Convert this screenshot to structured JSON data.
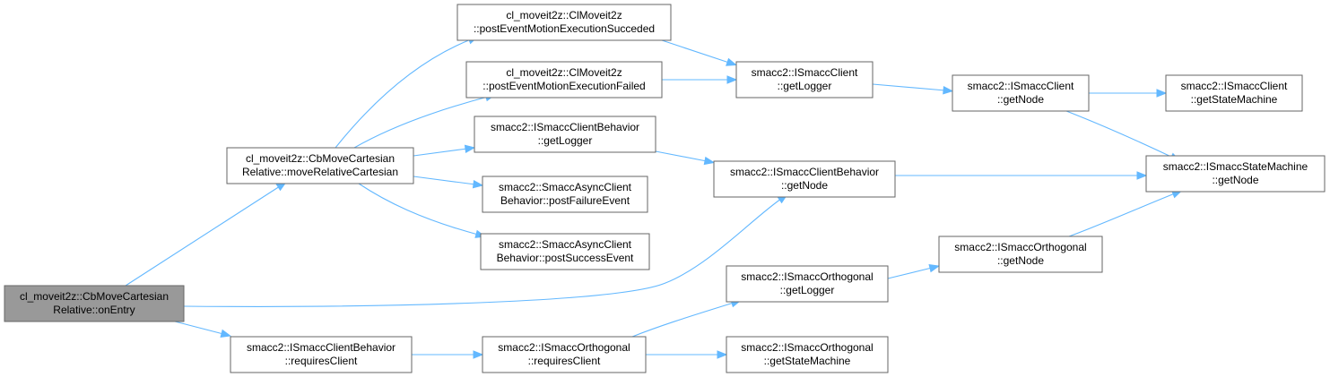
{
  "colors": {
    "edge": "#63b8ff",
    "node_border": "#666666",
    "node_fill": "#ffffff",
    "root_fill": "#999999"
  },
  "nodes": [
    {
      "id": "n_onentry",
      "name": "node-cbmovecartesianrelative-onentry",
      "lines": [
        "cl_moveit2z::CbMoveCartesian",
        "Relative::onEntry"
      ],
      "root": true
    },
    {
      "id": "n_moverel",
      "name": "node-cbmovecartesianrelative-moverelativecartesian",
      "lines": [
        "cl_moveit2z::CbMoveCartesian",
        "Relative::moveRelativeCartesian"
      ]
    },
    {
      "id": "n_succeded",
      "name": "node-clmoveit2z-posteventmotionexecutionsucceded",
      "lines": [
        "cl_moveit2z::ClMoveit2z",
        "::postEventMotionExecutionSucceded"
      ]
    },
    {
      "id": "n_failed",
      "name": "node-clmoveit2z-posteventmotionexecutionfailed",
      "lines": [
        "cl_moveit2z::ClMoveit2z",
        "::postEventMotionExecutionFailed"
      ]
    },
    {
      "id": "n_cb_getlogger",
      "name": "node-ismaccclientbehavior-getlogger",
      "lines": [
        "smacc2::ISmaccClientBehavior",
        "::getLogger"
      ]
    },
    {
      "id": "n_postfailure",
      "name": "node-smaccasyncclientbehavior-postfailureevent",
      "lines": [
        "smacc2::SmaccAsyncClient",
        "Behavior::postFailureEvent"
      ]
    },
    {
      "id": "n_postsuccess",
      "name": "node-smaccasyncclientbehavior-postsuccessevent",
      "lines": [
        "smacc2::SmaccAsyncClient",
        "Behavior::postSuccessEvent"
      ]
    },
    {
      "id": "n_cb_requires",
      "name": "node-ismaccclientbehavior-requiresclient",
      "lines": [
        "smacc2::ISmaccClientBehavior",
        "::requiresClient"
      ]
    },
    {
      "id": "n_client_getlogger",
      "name": "node-ismaccclient-getlogger",
      "lines": [
        "smacc2::ISmaccClient",
        "::getLogger"
      ]
    },
    {
      "id": "n_cb_getnode",
      "name": "node-ismaccclientbehavior-getnode",
      "lines": [
        "smacc2::ISmaccClientBehavior",
        "::getNode"
      ]
    },
    {
      "id": "n_orth_getlogger",
      "name": "node-ismaccorthogonal-getlogger",
      "lines": [
        "smacc2::ISmaccOrthogonal",
        "::getLogger"
      ]
    },
    {
      "id": "n_orth_requires",
      "name": "node-ismaccorthogonal-requiresclient",
      "lines": [
        "smacc2::ISmaccOrthogonal",
        "::requiresClient"
      ]
    },
    {
      "id": "n_orth_getsm",
      "name": "node-ismaccorthogonal-getstatemachine",
      "lines": [
        "smacc2::ISmaccOrthogonal",
        "::getStateMachine"
      ]
    },
    {
      "id": "n_client_getnode",
      "name": "node-ismaccclient-getnode",
      "lines": [
        "smacc2::ISmaccClient",
        "::getNode"
      ]
    },
    {
      "id": "n_orth_getnode",
      "name": "node-ismaccorthogonal-getnode",
      "lines": [
        "smacc2::ISmaccOrthogonal",
        "::getNode"
      ]
    },
    {
      "id": "n_client_getsm",
      "name": "node-ismaccclient-getstatemachine",
      "lines": [
        "smacc2::ISmaccClient",
        "::getStateMachine"
      ]
    },
    {
      "id": "n_sm_getnode",
      "name": "node-ismaccstatemachine-getnode",
      "lines": [
        "smacc2::ISmaccStateMachine",
        "::getNode"
      ]
    }
  ],
  "edges": [
    {
      "from": "n_onentry",
      "to": "n_moverel"
    },
    {
      "from": "n_onentry",
      "to": "n_cb_getnode"
    },
    {
      "from": "n_onentry",
      "to": "n_cb_requires"
    },
    {
      "from": "n_moverel",
      "to": "n_succeded"
    },
    {
      "from": "n_moverel",
      "to": "n_failed"
    },
    {
      "from": "n_moverel",
      "to": "n_cb_getlogger"
    },
    {
      "from": "n_moverel",
      "to": "n_postfailure"
    },
    {
      "from": "n_moverel",
      "to": "n_postsuccess"
    },
    {
      "from": "n_succeded",
      "to": "n_client_getlogger"
    },
    {
      "from": "n_failed",
      "to": "n_client_getlogger"
    },
    {
      "from": "n_client_getlogger",
      "to": "n_client_getnode"
    },
    {
      "from": "n_client_getnode",
      "to": "n_client_getsm"
    },
    {
      "from": "n_client_getnode",
      "to": "n_sm_getnode"
    },
    {
      "from": "n_cb_getlogger",
      "to": "n_cb_getnode"
    },
    {
      "from": "n_cb_getnode",
      "to": "n_sm_getnode"
    },
    {
      "from": "n_cb_requires",
      "to": "n_orth_requires"
    },
    {
      "from": "n_orth_requires",
      "to": "n_orth_getlogger"
    },
    {
      "from": "n_orth_requires",
      "to": "n_orth_getsm"
    },
    {
      "from": "n_orth_getlogger",
      "to": "n_orth_getnode"
    },
    {
      "from": "n_orth_getnode",
      "to": "n_sm_getnode"
    }
  ]
}
